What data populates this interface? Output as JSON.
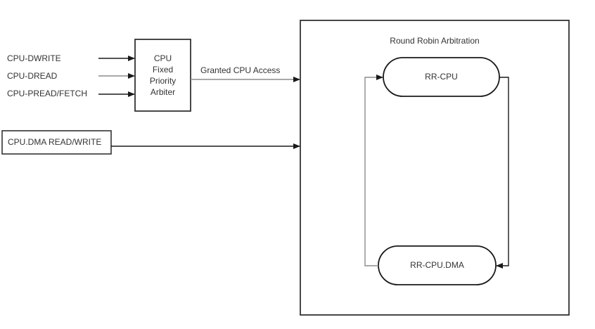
{
  "diagram": {
    "title_inside_outer_box": "Round Robin Arbitration",
    "colors": {
      "background": "#ffffff",
      "stroke": "#333333",
      "stroke_light": "#808080",
      "text": "#333333"
    },
    "inputs": [
      {
        "label": "CPU-DWRITE"
      },
      {
        "label": "CPU-DREAD"
      },
      {
        "label": "CPU-PREAD/FETCH"
      }
    ],
    "arbiter_box": {
      "line1": "CPU",
      "line2": "Fixed",
      "line3": "Priority",
      "line4": "Arbiter"
    },
    "granted_edge_label": "Granted CPU Access",
    "dma_box": {
      "label": "CPU.DMA READ/WRITE"
    },
    "round_robin": {
      "node_cpu": "RR-CPU",
      "node_cpu_dma": "RR-CPU.DMA"
    }
  }
}
